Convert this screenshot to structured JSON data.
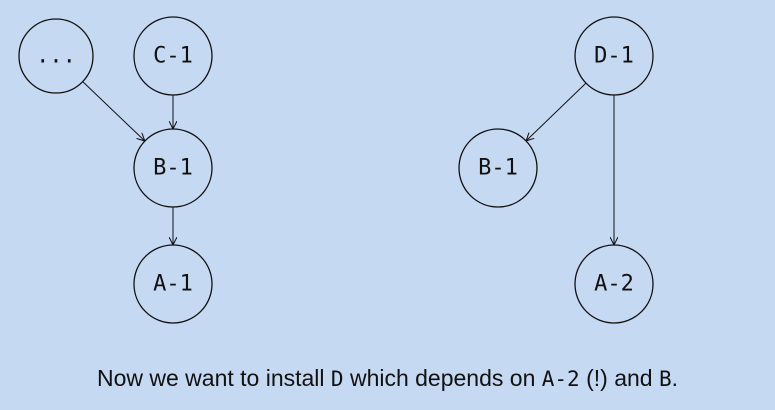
{
  "diagram": {
    "nodes": {
      "ellipsis": "...",
      "c1": "C-1",
      "b1_left": "B-1",
      "a1": "A-1",
      "d1": "D-1",
      "b1_right": "B-1",
      "a2": "A-2"
    },
    "edges": [
      {
        "from": "ellipsis",
        "to": "b1_left"
      },
      {
        "from": "c1",
        "to": "b1_left"
      },
      {
        "from": "b1_left",
        "to": "a1"
      },
      {
        "from": "d1",
        "to": "b1_right"
      },
      {
        "from": "d1",
        "to": "a2"
      }
    ]
  },
  "caption": {
    "part1": "Now we want to install ",
    "pkg_d": "D",
    "part2": " which depends on ",
    "pkg_a2": "A-2",
    "part3": " (!) and ",
    "pkg_b": "B",
    "part4": "."
  }
}
